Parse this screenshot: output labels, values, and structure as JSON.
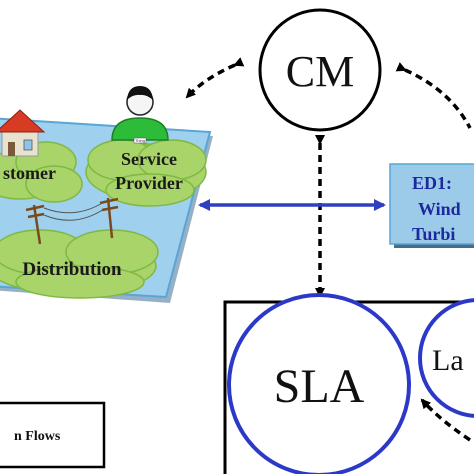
{
  "nodes": {
    "cm": {
      "label": "CM"
    },
    "sla": {
      "label": "SLA"
    },
    "la_partial": {
      "label": "La"
    }
  },
  "platform": {
    "customer": "stomer",
    "service_provider_line1": "Service",
    "service_provider_line2": "Provider",
    "distribution": "Distribution",
    "badge": "Thing"
  },
  "ed1": {
    "line1": "ED1:",
    "line2": "Wind",
    "line3": "Turbi"
  },
  "legend": {
    "label": "n Flows"
  },
  "colors": {
    "cloud": "#a8d46a",
    "platform": "#9fd0ee",
    "platform_edge": "#5aa5d6",
    "blue_arrow": "#2f3fc2",
    "sla_ring": "#2b39c9",
    "ed1_box": "#9ccbe9",
    "ed1_text": "#1d2a9e",
    "person": "#2dbb3a",
    "house_roof": "#d83b24"
  }
}
